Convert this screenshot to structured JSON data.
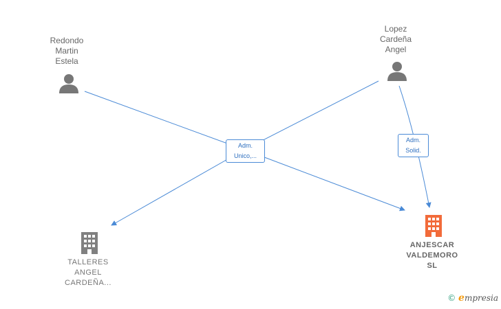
{
  "nodes": {
    "person1": {
      "line1": "Redondo",
      "line2": "Martin",
      "line3": "Estela"
    },
    "person2": {
      "line1": "Lopez",
      "line2": "Cardeña",
      "line3": "Angel"
    },
    "company1": {
      "line1": "TALLERES",
      "line2": "ANGEL",
      "line3": "CARDEÑA..."
    },
    "company2": {
      "line1": "ANJESCAR",
      "line2": "VALDEMORO",
      "line3": "SL"
    }
  },
  "edges": {
    "label1": {
      "line1": "Adm.",
      "line2": "Unico,..."
    },
    "label2": {
      "line1": "Adm.",
      "line2": "Solid."
    }
  },
  "colors": {
    "edge": "#4a8ad6",
    "person_icon": "#777777",
    "company_gray": "#808080",
    "company_highlight": "#f26b3a"
  },
  "brand": {
    "copyright": "©",
    "initial": "e",
    "rest": "mpresia"
  }
}
